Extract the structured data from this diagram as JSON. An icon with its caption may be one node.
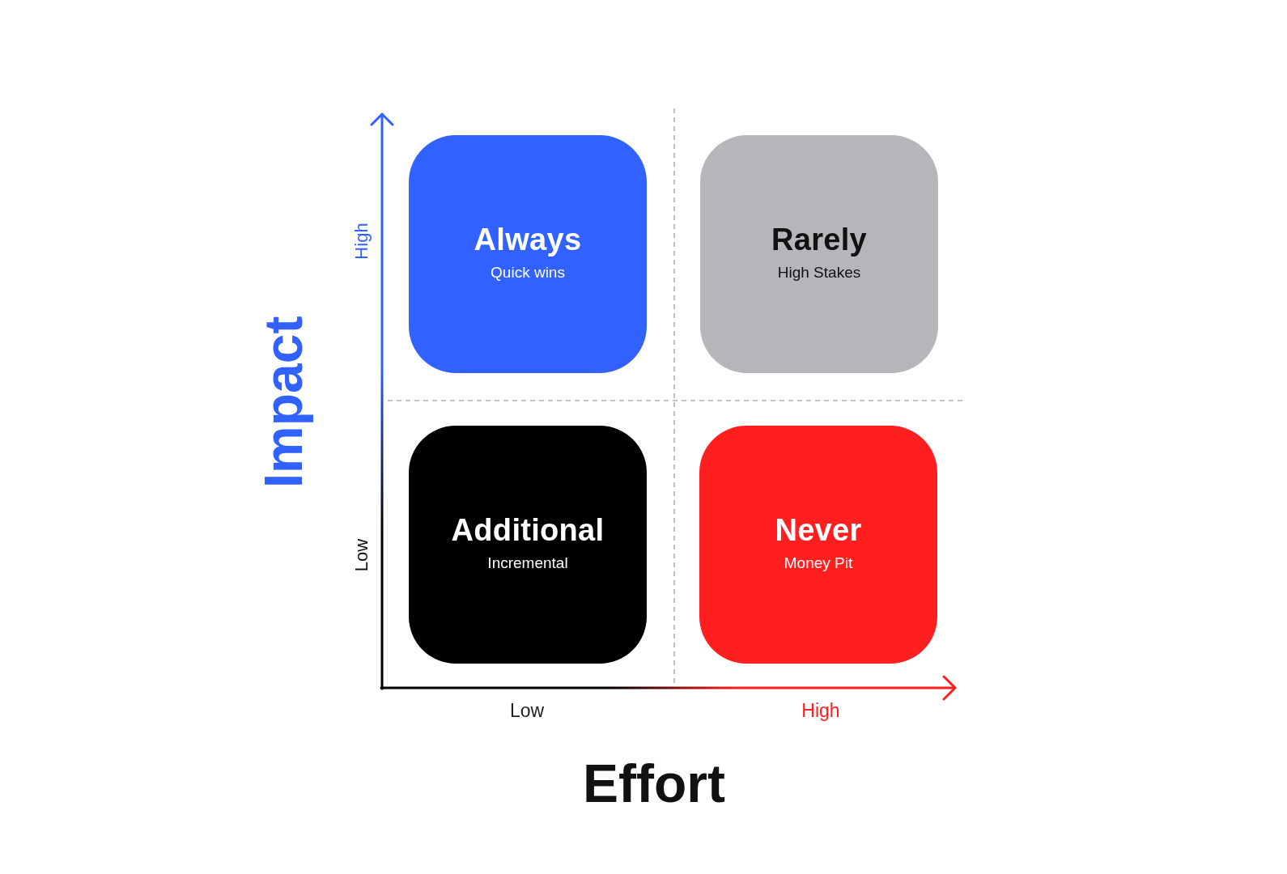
{
  "diagram": {
    "nodes": [
      {
        "text": [
          "Always",
          "Quick wins"
        ]
      },
      {
        "text": [
          "Rarely",
          "High Stakes"
        ]
      },
      {
        "text": [
          "Additional",
          "Incremental"
        ]
      },
      {
        "text": [
          "Never",
          "Money Pit"
        ]
      }
    ],
    "labels": [
      "High",
      "Impact",
      "Low",
      "Low",
      "High",
      "Effort"
    ]
  }
}
